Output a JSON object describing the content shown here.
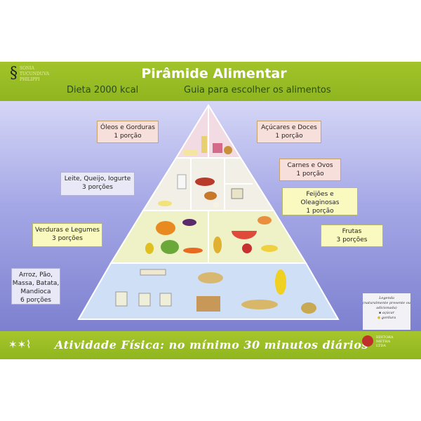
{
  "header": {
    "author_logo": "SONIA TUCUNDUVA PHILIPPI",
    "author_lines": [
      "SONIA",
      "TUCUNDUVA",
      "PHILIPPI"
    ],
    "title": "Pirâmide Alimentar",
    "diet": "Dieta 2000 kcal",
    "guide": "Guia para escolher os alimentos"
  },
  "groups": [
    {
      "name": "Óleos e Gorduras",
      "portions": "1 porção"
    },
    {
      "name": "Açúcares e Doces",
      "portions": "1 porção"
    },
    {
      "name": "Leite, Queijo, Iogurte",
      "portions": "3 porções"
    },
    {
      "name": "Carnes e Ovos",
      "portions": "1 porção"
    },
    {
      "name": "Feijões e Oleaginosas",
      "portions": "1 porção"
    },
    {
      "name": "Verduras e Legumes",
      "portions": "3 porções"
    },
    {
      "name": "Frutas",
      "portions": "3 porções"
    },
    {
      "name": "Arroz, Pão, Massa, Batata, Mandioca",
      "portions": "6 porções"
    }
  ],
  "legend": {
    "title": "Legenda",
    "subtitle": "(naturalmente presente ou adicionada)",
    "sugar": "açúcar",
    "fat": "gordura"
  },
  "footer": {
    "activity": "Atividade Física: no mínimo 30 minutos diários",
    "publisher": "EDITORA METHA LTDA",
    "publisher_lines": [
      "EDITORA",
      "METHA",
      "LTDA"
    ]
  },
  "colors": {
    "green": "#9abd25",
    "purple": "#8b8fd6"
  }
}
